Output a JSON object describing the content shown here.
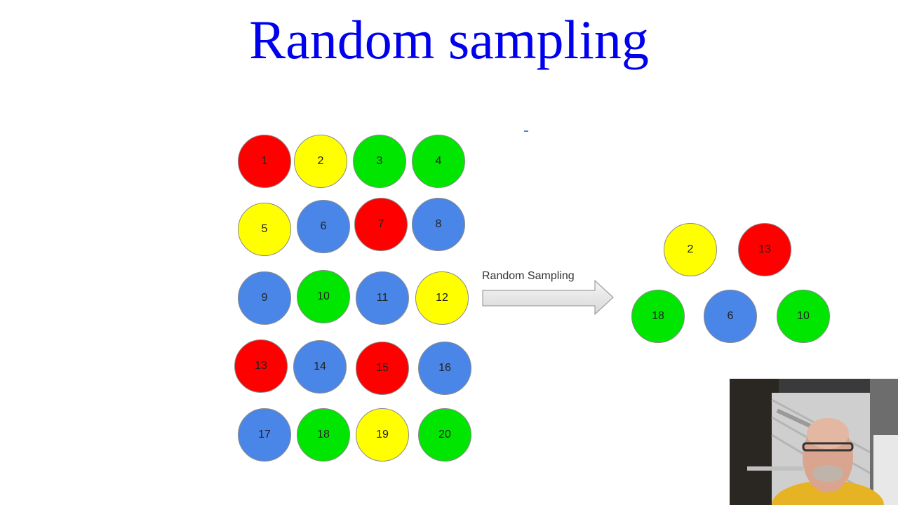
{
  "title": "Random sampling",
  "arrow_label": "Random Sampling",
  "colors": {
    "red": "#ff0000",
    "yellow": "#ffff00",
    "green": "#00e600",
    "blue": "#4a86e8",
    "title": "#0000ee"
  },
  "population": [
    {
      "label": "1",
      "color": "red"
    },
    {
      "label": "2",
      "color": "yellow"
    },
    {
      "label": "3",
      "color": "green"
    },
    {
      "label": "4",
      "color": "green"
    },
    {
      "label": "5",
      "color": "yellow"
    },
    {
      "label": "6",
      "color": "blue"
    },
    {
      "label": "7",
      "color": "red"
    },
    {
      "label": "8",
      "color": "blue"
    },
    {
      "label": "9",
      "color": "blue"
    },
    {
      "label": "10",
      "color": "green"
    },
    {
      "label": "11",
      "color": "blue"
    },
    {
      "label": "12",
      "color": "yellow"
    },
    {
      "label": "13",
      "color": "red"
    },
    {
      "label": "14",
      "color": "blue"
    },
    {
      "label": "15",
      "color": "red"
    },
    {
      "label": "16",
      "color": "blue"
    },
    {
      "label": "17",
      "color": "blue"
    },
    {
      "label": "18",
      "color": "green"
    },
    {
      "label": "19",
      "color": "yellow"
    },
    {
      "label": "20",
      "color": "green"
    }
  ],
  "sample": [
    {
      "label": "2",
      "color": "yellow"
    },
    {
      "label": "13",
      "color": "red"
    },
    {
      "label": "18",
      "color": "green"
    },
    {
      "label": "6",
      "color": "blue"
    },
    {
      "label": "10",
      "color": "green"
    }
  ],
  "icons": {
    "arrow": "right-arrow-icon",
    "webcam": "presenter-webcam"
  }
}
